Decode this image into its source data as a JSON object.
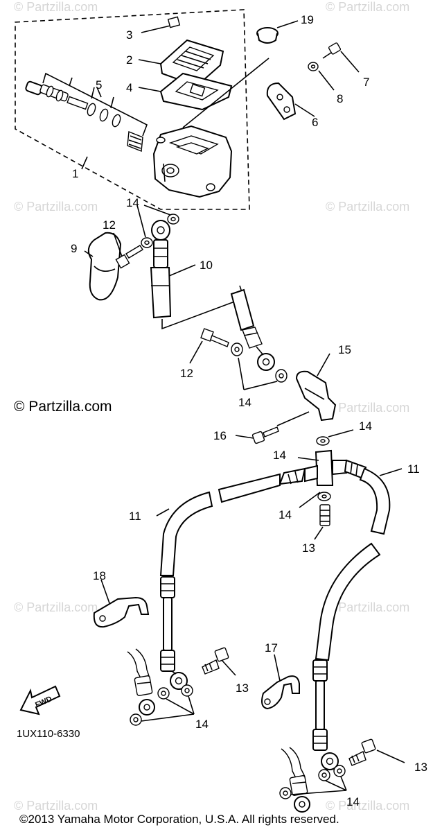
{
  "watermark": "© Partzilla.com",
  "copyright_main": "© Partzilla.com",
  "diagram_code": "1UX110-6330",
  "fwd_label": "FWD",
  "footer": "©2013 Yamaha Motor Corporation, U.S.A. All rights reserved.",
  "callouts": [
    {
      "id": "c1",
      "label": "1"
    },
    {
      "id": "c2",
      "label": "2"
    },
    {
      "id": "c3",
      "label": "3"
    },
    {
      "id": "c4",
      "label": "4"
    },
    {
      "id": "c5",
      "label": "5"
    },
    {
      "id": "c6",
      "label": "6"
    },
    {
      "id": "c7",
      "label": "7"
    },
    {
      "id": "c8",
      "label": "8"
    },
    {
      "id": "c9",
      "label": "9"
    },
    {
      "id": "c10",
      "label": "10"
    },
    {
      "id": "c11a",
      "label": "11"
    },
    {
      "id": "c11b",
      "label": "11"
    },
    {
      "id": "c12a",
      "label": "12"
    },
    {
      "id": "c12b",
      "label": "12"
    },
    {
      "id": "c13a",
      "label": "13"
    },
    {
      "id": "c13b",
      "label": "13"
    },
    {
      "id": "c13c",
      "label": "13"
    },
    {
      "id": "c14a",
      "label": "14"
    },
    {
      "id": "c14b",
      "label": "14"
    },
    {
      "id": "c14c",
      "label": "14"
    },
    {
      "id": "c14d",
      "label": "14"
    },
    {
      "id": "c14e",
      "label": "14"
    },
    {
      "id": "c14f",
      "label": "14"
    },
    {
      "id": "c14g",
      "label": "14"
    },
    {
      "id": "c15",
      "label": "15"
    },
    {
      "id": "c16",
      "label": "16"
    },
    {
      "id": "c17",
      "label": "17"
    },
    {
      "id": "c18",
      "label": "18"
    },
    {
      "id": "c19",
      "label": "19"
    }
  ]
}
